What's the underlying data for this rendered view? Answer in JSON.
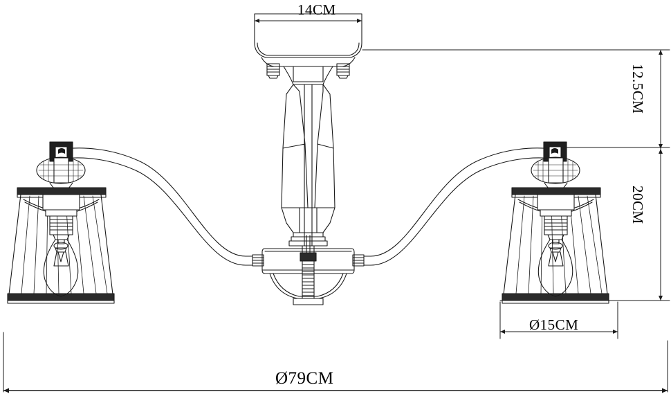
{
  "drawing": {
    "title": "Chandelier technical dimension drawing",
    "unit": "CM",
    "line_color": "#1a1a1a",
    "background_color": "#ffffff",
    "dimensions": {
      "canopy_width": "14CM",
      "drop_upper": "12.5CM",
      "drop_lower": "20CM",
      "shade_diameter": "Ø15CM",
      "overall_diameter": "Ø79CM"
    },
    "parts": {
      "canopy": "ceiling-canopy",
      "column": "tapered-center-column",
      "hub": "arm-hub",
      "finial": "threaded-finial",
      "arm_left": "curved-arm-left",
      "arm_right": "curved-arm-right",
      "shade_left": "pleated-shade-left",
      "shade_right": "pleated-shade-right",
      "bulb_left": "candle-bulb-left",
      "bulb_right": "candle-bulb-right"
    }
  }
}
